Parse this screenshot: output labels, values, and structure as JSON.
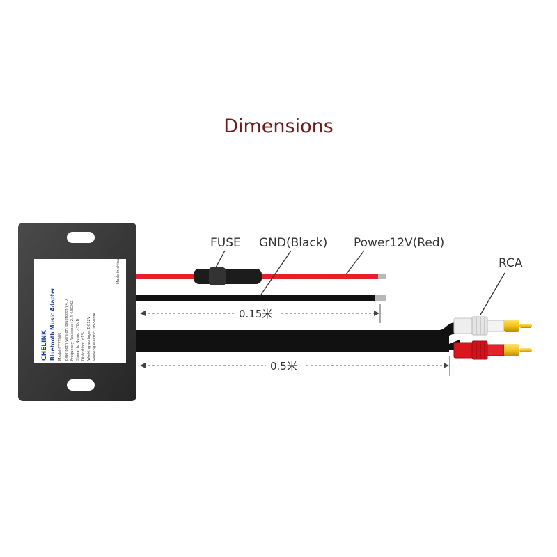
{
  "title": "Dimensions",
  "labels": {
    "fuse": "FUSE",
    "gnd": "GND(Black)",
    "power": "Power12V(Red)",
    "rca": "RCA",
    "dim_short": "0.15米",
    "dim_long": "0.5米"
  },
  "device": {
    "brand": "CHELINK",
    "product": "Bluetooth Music Adapter",
    "model": "Model:CY2T005",
    "spec_1": "Bluetooth Version: Bluetooth V4.0",
    "spec_2": "Frequency Response: 2.4-4.8GHZ",
    "spec_3": "Signal to Noise: >78dB",
    "spec_4": "Distortion: <1%",
    "spec_5": "Working voltage: DC12V",
    "spec_6": "Working electric: 18-50mA",
    "origin": "Made in china"
  },
  "colors": {
    "title": "#6e1c1c",
    "red_wire": "#e5202b",
    "black_wire": "#111111",
    "housing": "#3a3a3a",
    "rca_red": "#d9151e",
    "rca_white": "#e4e4e4",
    "rca_yellow": "#f2c21b"
  }
}
